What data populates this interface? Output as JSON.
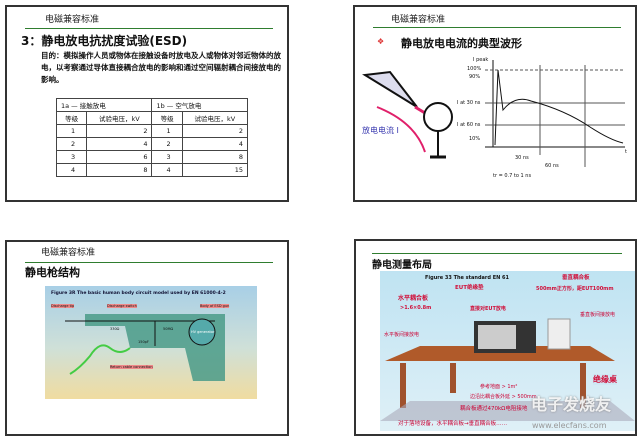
{
  "header": "电磁兼容标准",
  "slide1": {
    "title": "3：静电放电抗扰度试验(ESD)",
    "purpose": "目的：模拟操作人员或物体在接触设备时放电及人或物体对邻近物体的放电，以考察通过导体直接耦合放电的影响和通过空间辐射耦合间接放电的影响。",
    "table": {
      "group_a": "1a — 接触放电",
      "group_b": "1b — 空气放电",
      "headers": [
        "等级",
        "试验电压，kV",
        "等级",
        "试验电压，kV"
      ],
      "rows": [
        [
          "1",
          "2",
          "1",
          "2"
        ],
        [
          "2",
          "4",
          "2",
          "4"
        ],
        [
          "3",
          "6",
          "3",
          "8"
        ],
        [
          "4",
          "8",
          "4",
          "15"
        ]
      ]
    }
  },
  "slide2": {
    "bullet": "❖",
    "title": "静电放电电流的典型波形",
    "current_label": "放电电流 I",
    "graph": {
      "y_axis": "I peak",
      "x_axis": "t",
      "levels": [
        "100%",
        "90%",
        "I at 30 ns",
        "I at 60 ns",
        "10%"
      ],
      "intervals": [
        "30 ns",
        "60 ns"
      ],
      "rise": "tr = 0.7 to 1 ns"
    }
  },
  "slide3": {
    "title": "静电枪结构",
    "figure_caption": "Figure 3R   The basic human body circuit model used by EN 61000-4-2",
    "labels": {
      "tip": "Discharge tip",
      "switch": "Discharge switch",
      "body": "Body of ESD gun",
      "r1": "330Ω",
      "r2": "50MΩ",
      "c": "150pF",
      "gen": "HV generator",
      "return": "Return cable connection"
    }
  },
  "slide4": {
    "title": "静电测量布局",
    "figure_caption": "Figure 33   The standard EN 61",
    "labels": {
      "vcp": "垂直耦合板",
      "vcp_size": "500mm正方形，距EUT100mm",
      "hcp": "水平耦合板",
      "hcp_size": ">1.6×0.8m",
      "eut_pad": "EUT绝缘垫",
      "direct": "直接对EUT放电",
      "h_indirect": "水平板间接放电",
      "v_indirect": "垂直板间接放电",
      "table": "绝缘桌",
      "ground": "参考地面 > 1m²",
      "edge": "边沿比耦合板外延 > 500mm",
      "resistor": "耦合板通过470kΩ电阻接地",
      "floor": "对于落地设备，水平耦合板→垂直耦合板……"
    },
    "watermark": "电子发烧友",
    "watermark_url": "www.elecfans.com"
  }
}
